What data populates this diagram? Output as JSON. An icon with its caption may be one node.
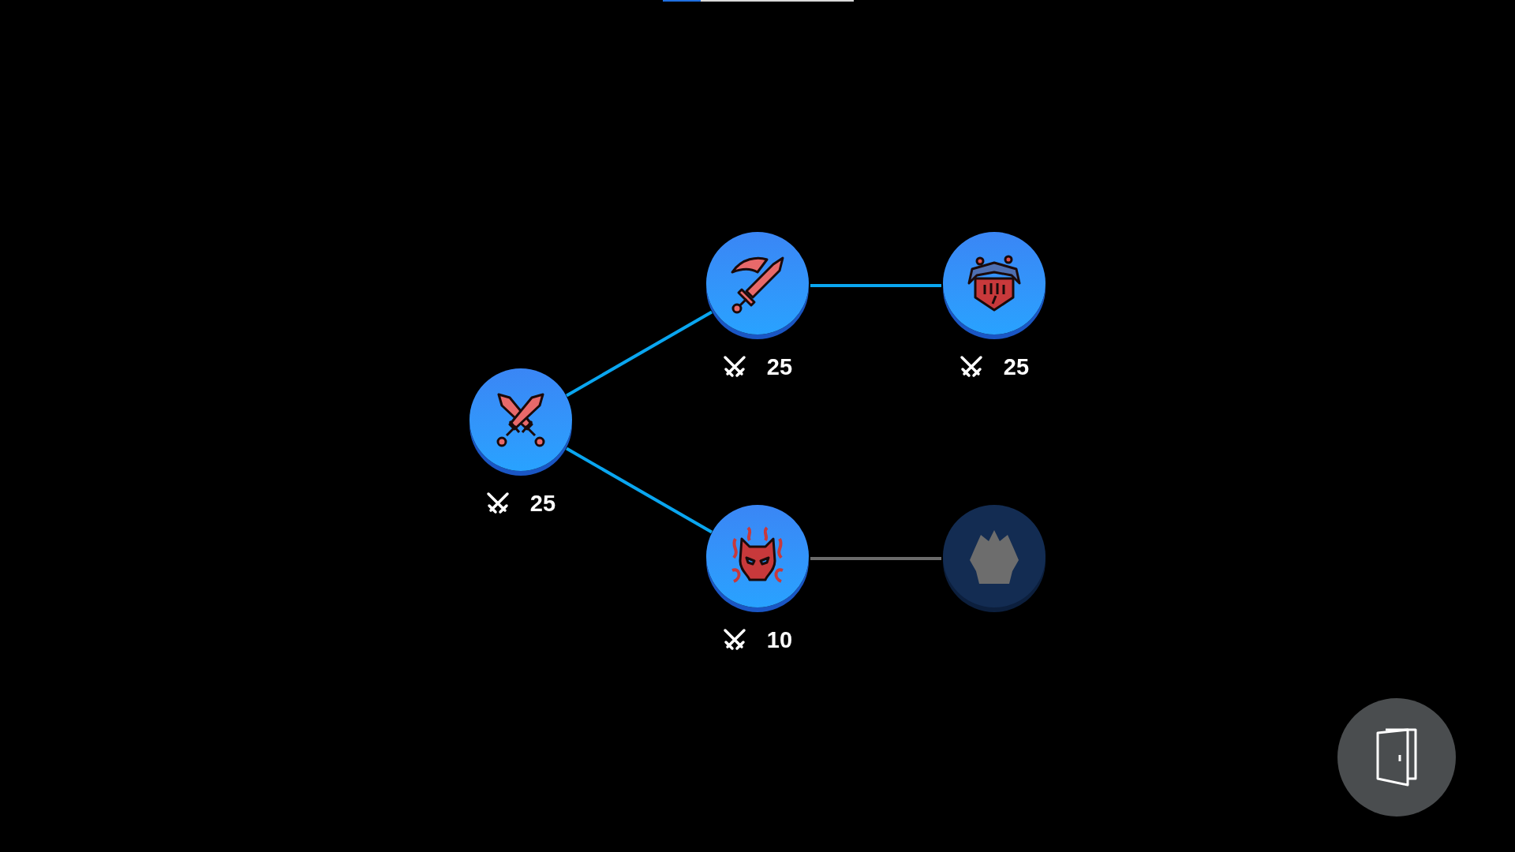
{
  "diagram": {
    "nodes": [
      {
        "text": [],
        "shape": "picture",
        "beside": [
          "25"
        ]
      },
      {
        "text": [],
        "shape": "picture",
        "beside": [
          "25"
        ]
      },
      {
        "text": [],
        "shape": "picture",
        "beside": [
          "25"
        ]
      },
      {
        "text": [],
        "shape": "picture",
        "beside": [
          "10"
        ]
      },
      {
        "text": [],
        "shape": "picture"
      }
    ],
    "edges": [
      {
        "from": 0,
        "to": 1,
        "arrow": "none"
      },
      {
        "from": 0,
        "to": 3,
        "arrow": "none"
      },
      {
        "from": 1,
        "to": 2,
        "arrow": "none"
      },
      {
        "from": 3,
        "to": 4,
        "arrow": "none",
        "color": "#6b6b6b"
      }
    ]
  }
}
